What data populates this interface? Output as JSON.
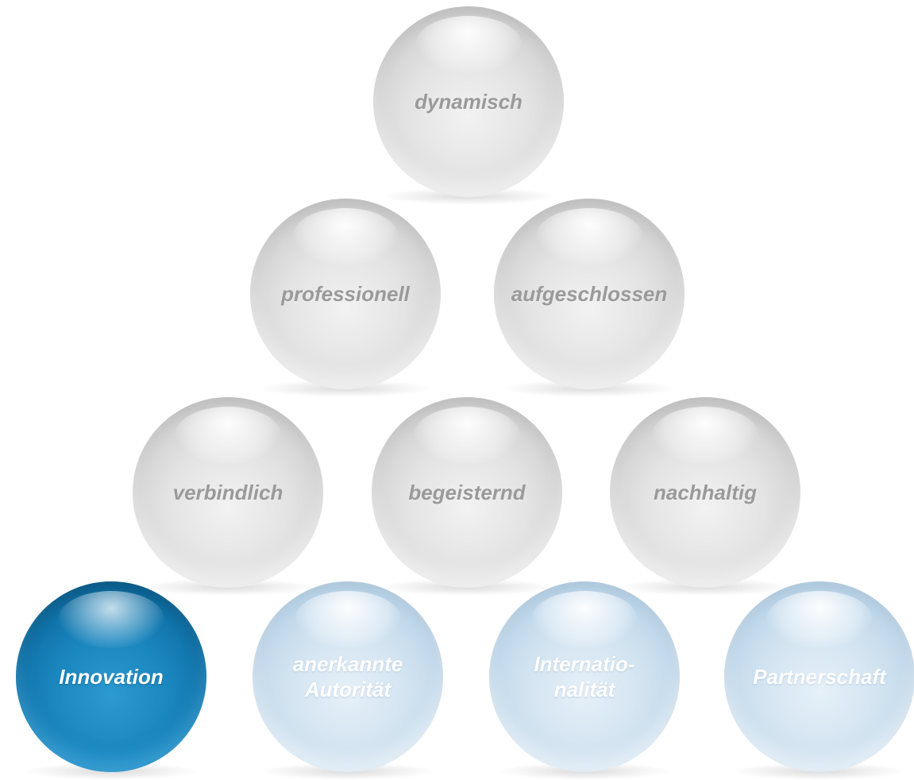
{
  "pyramid": {
    "spheres": [
      {
        "label": "dynamisch",
        "tone": "grey"
      },
      {
        "label": "professionell",
        "tone": "grey"
      },
      {
        "label": "aufgeschlossen",
        "tone": "grey"
      },
      {
        "label": "verbindlich",
        "tone": "grey"
      },
      {
        "label": "begeisternd",
        "tone": "grey"
      },
      {
        "label": "nachhaltig",
        "tone": "grey"
      },
      {
        "label": "Innovation",
        "tone": "blue"
      },
      {
        "label": "anerkannte\nAutorität",
        "tone": "lightblue"
      },
      {
        "label": "Internatio-\nnalität",
        "tone": "lightblue"
      },
      {
        "label": "Partnerschaft",
        "tone": "lightblue"
      }
    ]
  },
  "colors": {
    "grey_label": "#9a9a9a",
    "active_blue": "#0f6fa5",
    "light_blue": "#bdd6ea",
    "white_label": "#ffffff"
  }
}
